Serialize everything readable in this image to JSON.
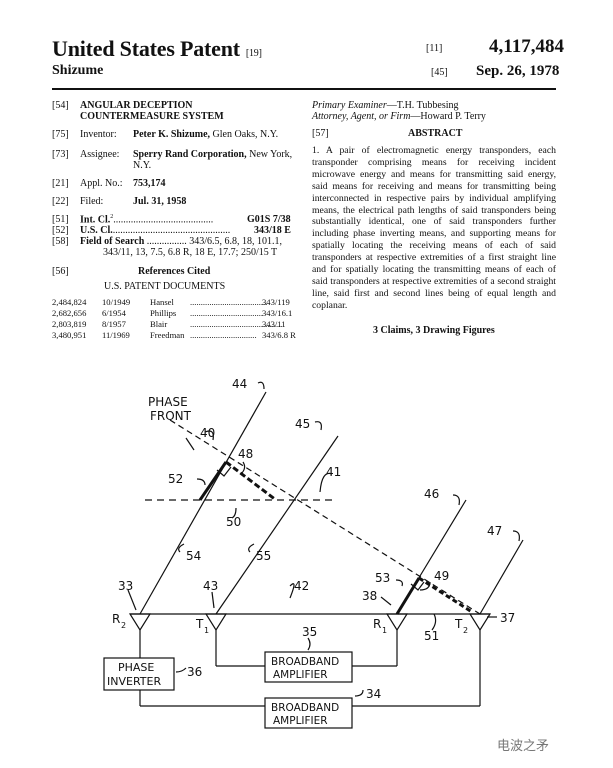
{
  "header": {
    "title": "United States Patent",
    "title_code": "[19]",
    "number_code": "[11]",
    "patent_number": "4,117,484",
    "inventor_surname": "Shizume",
    "date_code": "[45]",
    "date": "Sep. 26, 1978"
  },
  "fields": {
    "f54": {
      "code": "[54]",
      "label": "ANGULAR DECEPTION",
      "label2": "COUNTERMEASURE SYSTEM"
    },
    "f75": {
      "code": "[75]",
      "name": "Inventor:",
      "value_bold": "Peter K. Shizume,",
      "value": " Glen Oaks, N.Y."
    },
    "f73": {
      "code": "[73]",
      "name": "Assignee:",
      "value_bold": "Sperry Rand Corporation,",
      "value": " New York,",
      "value2": "N.Y."
    },
    "f21": {
      "code": "[21]",
      "name": "Appl. No.:",
      "value": "753,174"
    },
    "f22": {
      "code": "[22]",
      "name": "Filed:",
      "value": "Jul. 31, 1958"
    },
    "f51": {
      "code": "[51]",
      "name": "Int. Cl.",
      "sup": "2",
      "dots": "........................................",
      "value": "G01S 7/38"
    },
    "f52": {
      "code": "[52]",
      "name": "U.S. Cl.",
      "dots": "...............................................",
      "value": "343/18 E"
    },
    "f58": {
      "code": "[58]",
      "name": "Field of Search",
      "dots": "................",
      "value": "343/6.5, 6.8, 18, 101.1,",
      "value2": "343/11, 13, 7.5, 6.8 R, 18 E, 17.7; 250/15 T"
    },
    "f56": {
      "code": "[56]",
      "name": "References Cited"
    }
  },
  "references": {
    "heading": "U.S. PATENT DOCUMENTS",
    "rows": [
      {
        "no": "2,484,824",
        "date": "10/1949",
        "name": "Hansel",
        "dots": "....................................",
        "cls": "343/119"
      },
      {
        "no": "2,682,656",
        "date": "6/1954",
        "name": "Phillips",
        "dots": "..................................",
        "cls": "343/16.1"
      },
      {
        "no": "2,803,819",
        "date": "8/1957",
        "name": "Blair",
        "dots": "...........................................",
        "cls": "343/11"
      },
      {
        "no": "3,480,951",
        "date": "11/1969",
        "name": "Freedman",
        "dots": "...............................",
        "cls": "343/6.8 R"
      }
    ]
  },
  "examiner": {
    "primary_label": "Primary Examiner",
    "primary": "—T.H. Tubbesing",
    "attorney_label": "Attorney, Agent, or Firm",
    "attorney": "—Howard P. Terry"
  },
  "abstract": {
    "code": "[57]",
    "heading": "ABSTRACT",
    "text": "1. A pair of electromagnetic energy transponders, each transponder comprising means for receiving incident microwave energy and means for transmitting said energy, said means for receiving and means for transmitting being interconnected in respective pairs by individual amplifying means, the electrical path lengths of said transponders being substantially identical, one of said transponders further including phase inverting means, and supporting means for spatially locating the receiving means of each of said transponders at respective extremities of a first straight line and for spatially locating the transmitting means of each of said transponders at respective extremities of a second straight line, said first and second lines being of equal length and coplanar.",
    "claims": "3 Claims, 3 Drawing Figures"
  },
  "diagram": {
    "phase_front_1": "PHASE",
    "phase_front_2": "FRONT",
    "refs": [
      "44",
      "45",
      "40",
      "48",
      "41",
      "52",
      "46",
      "47",
      "50",
      "54",
      "55",
      "53",
      "49",
      "33",
      "43",
      "42",
      "38",
      "37",
      "35",
      "36",
      "34",
      "51"
    ],
    "r2": "R",
    "r2_sub": "2",
    "t1": "T",
    "t1_sub": "1",
    "r1": "R",
    "r1_sub": "1",
    "t2": "T",
    "t2_sub": "2",
    "inverter_1": "PHASE",
    "inverter_2": "INVERTER",
    "amp1_1": "BROADBAND",
    "amp1_2": "AMPLIFIER",
    "amp2_1": "BROADBAND",
    "amp2_2": "AMPLIFIER"
  },
  "watermark": "电波之矛"
}
